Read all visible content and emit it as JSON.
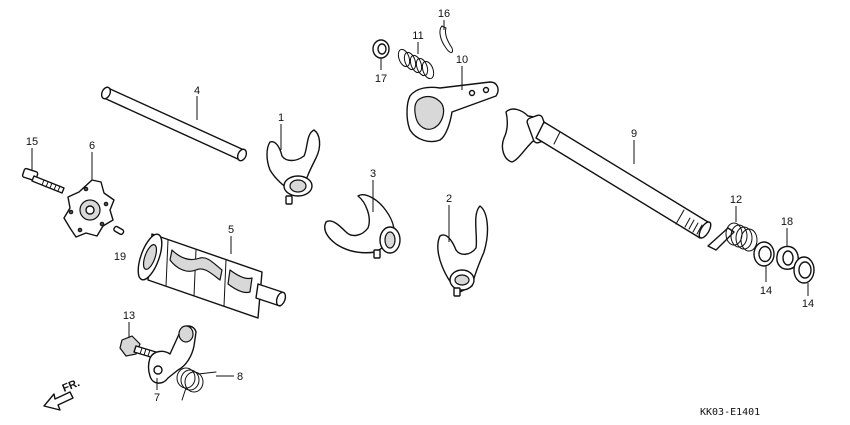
{
  "labels": {
    "p1": "1",
    "p2": "2",
    "p3": "3",
    "p4": "4",
    "p5": "5",
    "p6": "6",
    "p7": "7",
    "p8": "8",
    "p9": "9",
    "p10": "10",
    "p11": "11",
    "p12": "12",
    "p13": "13",
    "p14a": "14",
    "p14b": "14",
    "p15": "15",
    "p16": "16",
    "p17": "17",
    "p18": "18",
    "p19": "19"
  },
  "direction_arrow": {
    "label": "FR.",
    "icon": "front-direction-arrow-icon"
  },
  "diagram_code": "KK03-E1401",
  "colors": {
    "line": "#111111",
    "background": "#ffffff",
    "shade": "#d8d8d8"
  }
}
